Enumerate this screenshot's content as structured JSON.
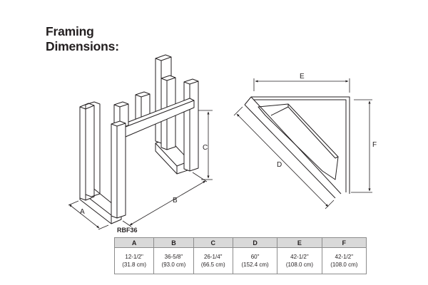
{
  "title": {
    "line1": "Framing",
    "line2": "Dimensions:"
  },
  "labels": {
    "a": "A",
    "b": "B",
    "c": "C",
    "d": "D",
    "e": "E",
    "f": "F"
  },
  "model": "RBF36",
  "table": {
    "headers": [
      "A",
      "B",
      "C",
      "D",
      "E",
      "F"
    ],
    "rows": [
      {
        "imperial": "12-1/2\"",
        "metric": "(31.8 cm)"
      },
      {
        "imperial": "36-5/8\"",
        "metric": "(93.0 cm)"
      },
      {
        "imperial": "26-1/4\"",
        "metric": "(66.5 cm)"
      },
      {
        "imperial": "60\"",
        "metric": "(152.4 cm)"
      },
      {
        "imperial": "42-1/2\"",
        "metric": "(108.0 cm)"
      },
      {
        "imperial": "42-1/2\"",
        "metric": "(108.0 cm)"
      }
    ]
  },
  "colors": {
    "line": "#231f20",
    "frame_fill": "#ffffff",
    "header_fill": "#d9d9d9"
  }
}
